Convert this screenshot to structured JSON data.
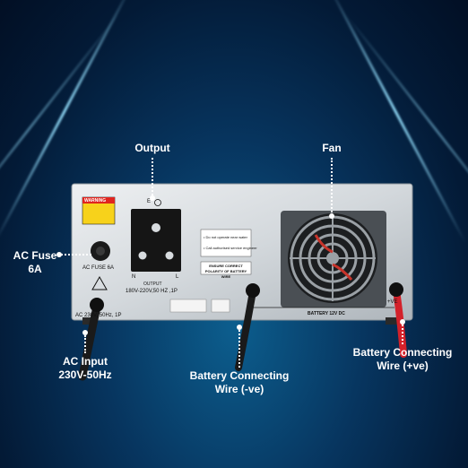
{
  "callouts": {
    "output": "Output",
    "fan": "Fan",
    "ac_fuse": "AC Fuse\n6A",
    "ac_input": "AC Input\n230V-50Hz",
    "battery_neg": "Battery Connecting\nWire (-ve)",
    "battery_pos": "Battery Connecting\nWire (+ve)"
  },
  "panel": {
    "warning_label": "WARNING",
    "fuse_label": "AC FUSE 6A",
    "output_label": "OUTPUT",
    "output_rating": "180V-220V,50 HZ ,1P",
    "input_rating": "AC 230V, 50Hz, 1P",
    "socket_n": "N",
    "socket_e": "E",
    "socket_l": "L",
    "caution_line1": "• Do not operate near water",
    "caution_line2": "• Call authorised service engineer",
    "polarity_note": "ENSURE CORRECT POLARITY OF BATTERY WIRE",
    "battery_label": "BATTERY 12V DC",
    "positive_label": "+VE"
  },
  "colors": {
    "background": "#063a63",
    "panel": "#d8dcdf",
    "cable": "#1a1a1a",
    "positive_sleeve": "#d3212a",
    "callout_text": "#ffffff"
  }
}
